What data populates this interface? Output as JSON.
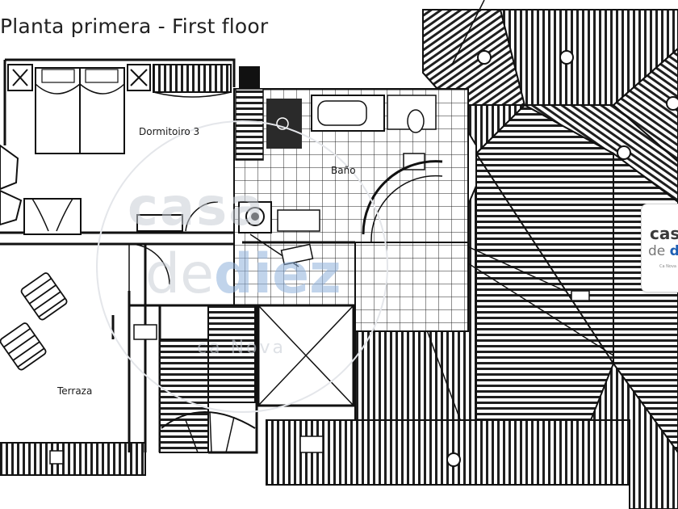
{
  "title": "Planta primera - First floor",
  "rooms": {
    "bedroom": "Dormitoiro 3",
    "bathroom": "Baño",
    "terrace": "Terraza"
  },
  "watermark": {
    "line1": "casa",
    "line2_prefix": "de",
    "line2_accent": "diez",
    "line3": "ca Nova"
  },
  "logo": {
    "line1": "cas",
    "line2_prefix": "de",
    "line2_accent": "d",
    "line3": "Ca Nova"
  },
  "colors": {
    "ink": "#1a1a1a",
    "paper": "#ffffff",
    "watermark_grey": "#c9ced6",
    "watermark_blue": "#8fb2dc",
    "logo_blue": "#1e5fb4"
  }
}
